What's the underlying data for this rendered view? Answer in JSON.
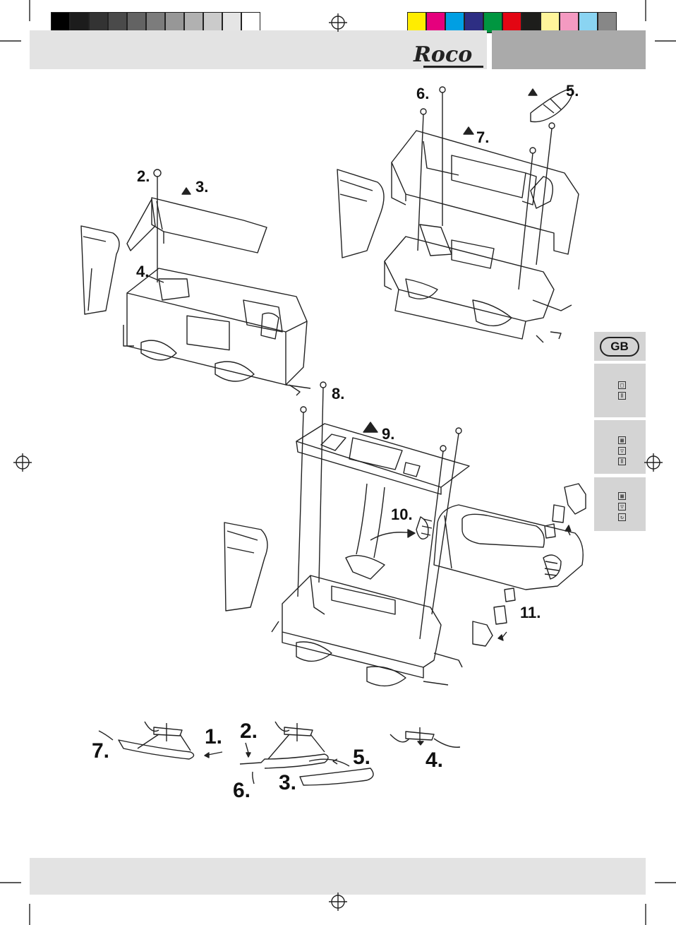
{
  "brand": {
    "logo_text": "Roco"
  },
  "language_tab": {
    "label": "GB"
  },
  "color_bar": {
    "grays": [
      "#000000",
      "#1c1c1c",
      "#333333",
      "#4a4a4a",
      "#636363",
      "#7c7c7c",
      "#979797",
      "#b1b1b1",
      "#cbcbcb",
      "#e5e5e5",
      "#ffffff"
    ],
    "colors": [
      "#ffed00",
      "#e5007d",
      "#009fe3",
      "#2d2e83",
      "#009640",
      "#e30613",
      "#1d1d1b",
      "#fff59b",
      "#f49ac1",
      "#8ad4f2",
      "#878787"
    ]
  },
  "tabs_symbols": {
    "tab1": [
      "□",
      "Ⅱ"
    ],
    "tab2": [
      "▦",
      "▽",
      "Ⅱ"
    ],
    "tab3": [
      "▦",
      "▽",
      "↻"
    ]
  },
  "steps": {
    "fig1": {
      "s2": "2.",
      "s3": "3.",
      "s4": "4."
    },
    "fig2": {
      "s5": "5.",
      "s6": "6.",
      "s7": "7."
    },
    "fig3": {
      "s8": "8.",
      "s9": "9.",
      "s10": "10.",
      "s11": "11."
    },
    "coupler": {
      "s1": "1.",
      "s2": "2.",
      "s3": "3.",
      "s4": "4.",
      "s5": "5.",
      "s6": "6.",
      "s7": "7."
    }
  }
}
